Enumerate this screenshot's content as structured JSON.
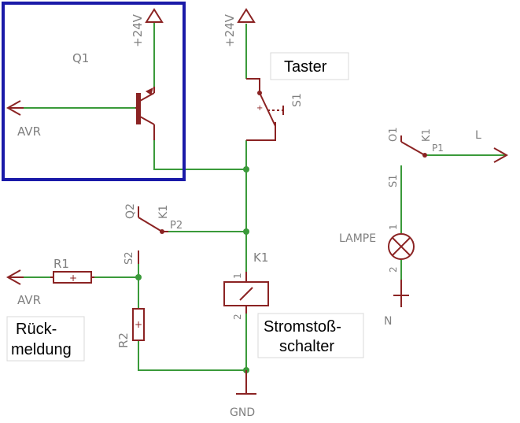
{
  "colors": {
    "wire": "#3a9a3a",
    "symbol": "#8b2323",
    "label": "#808080",
    "highlight": "#1a1aa8"
  },
  "labels": {
    "q1": "Q1",
    "supply_q1": "+24V",
    "supply_s1": "+24V",
    "avr_top": "AVR",
    "taster": "Taster",
    "s1": "S1",
    "q2": "Q2",
    "k1_contact": "K1",
    "p2": "P2",
    "r1": "R1",
    "s2": "S2",
    "avr_bottom": "AVR",
    "k1_coil": "K1",
    "coil_pin1": "1",
    "coil_pin2": "2",
    "r2": "R2",
    "gnd": "GND",
    "rueck_line1": "Rück-",
    "rueck_line2": "meldung",
    "stromstoss_line1": "Stromstoß-",
    "stromstoss_line2": "schalter",
    "o1": "O1",
    "k1_right": "K1",
    "l": "L",
    "p1": "P1",
    "s1_right": "S1",
    "lamp_pin1": "1",
    "lampe": "LAMPE",
    "lamp_pin2": "2",
    "n": "N"
  }
}
